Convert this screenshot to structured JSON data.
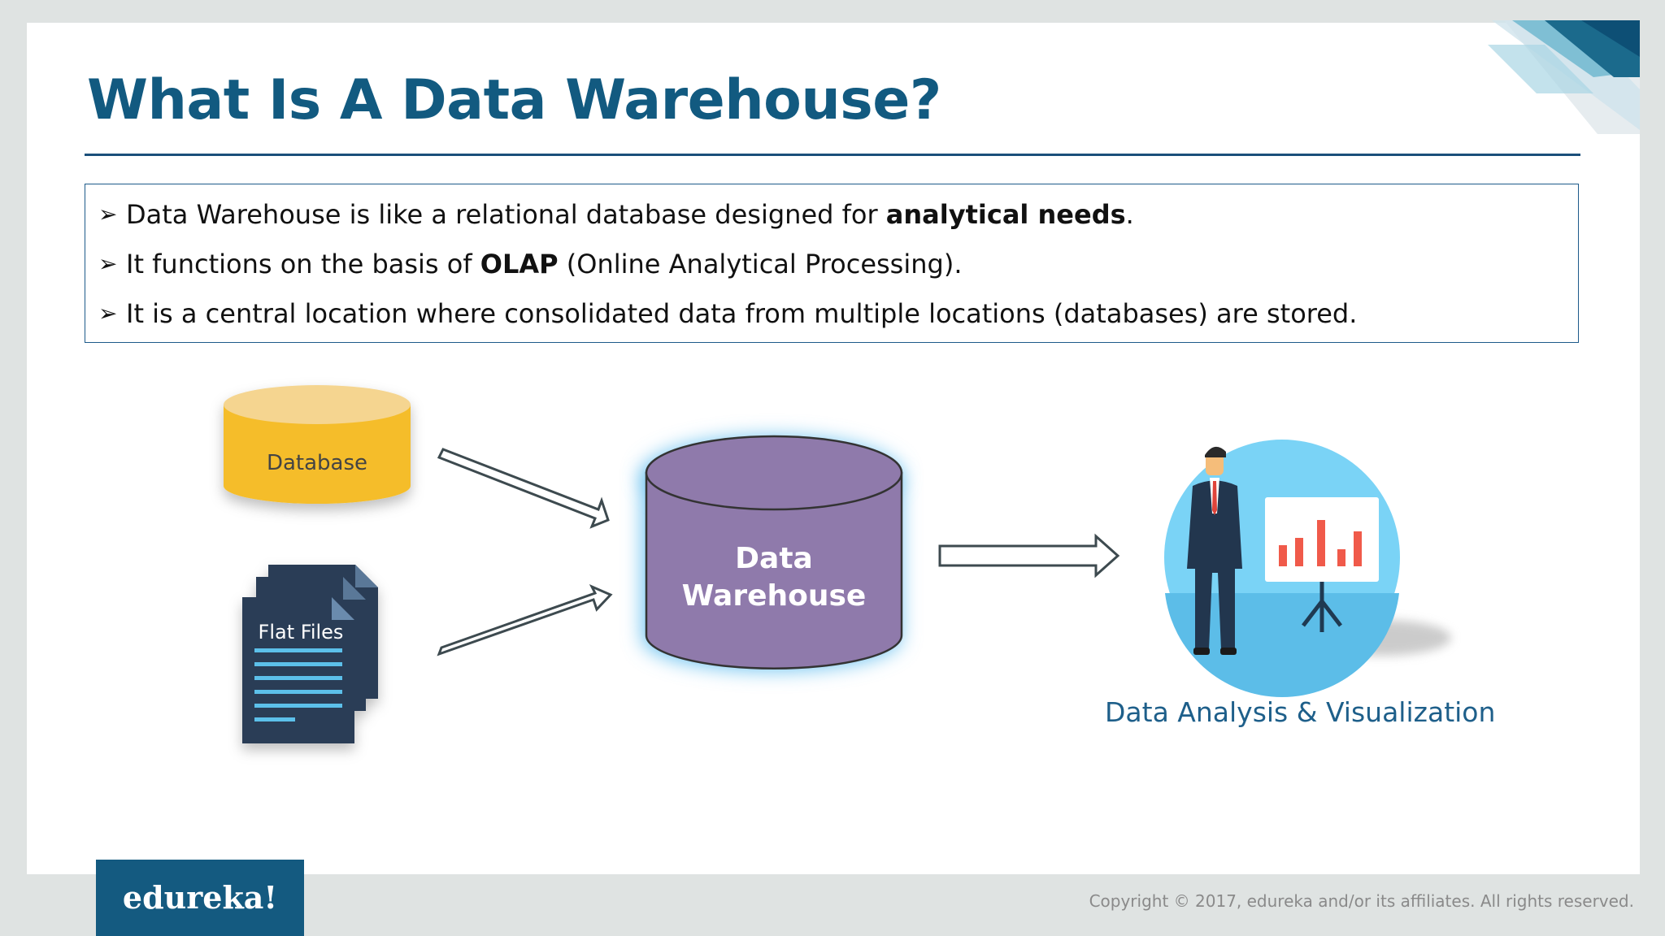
{
  "slide": {
    "title": "What Is A Data Warehouse?",
    "bullets": [
      {
        "pre": "Data Warehouse is like a relational database designed for ",
        "bold": "analytical needs",
        "post": "."
      },
      {
        "pre": "It functions on the basis of ",
        "bold": "OLAP",
        "post": " (Online Analytical Processing)."
      },
      {
        "pre": "It is a central location where consolidated data from multiple locations (databases) are stored.",
        "bold": "",
        "post": ""
      }
    ],
    "bullet_marker": "➢"
  },
  "diagram": {
    "database_label": "Database",
    "flat_files_label": "Flat Files",
    "warehouse_label_line1": "Data",
    "warehouse_label_line2": "Warehouse",
    "analysis_label": "Data Analysis & Visualization"
  },
  "footer": {
    "brand": "edureka!",
    "copyright": "Copyright © 2017, edureka and/or its affiliates. All rights reserved."
  },
  "colors": {
    "title": "#125a80",
    "database": "#f5bd2a",
    "warehouse": "#8f7aab",
    "brand": "#145a80",
    "circle": "#7ad3f6"
  }
}
